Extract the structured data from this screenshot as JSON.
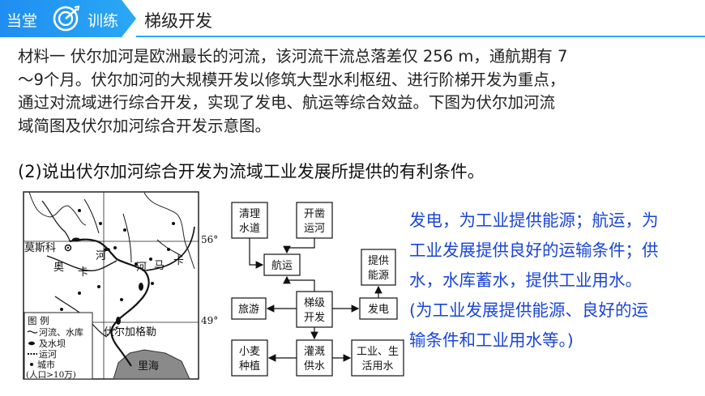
{
  "header": {
    "badge_left": "当堂",
    "badge_right": "训练",
    "title": "梯级开发"
  },
  "material": {
    "lines": [
      "材料一 伏尔加河是欧洲最长的河流，该河流干流总落差仅 256 m，通航期有 7",
      "～9个月。伏尔加河的大规模开发以修筑大型水利枢纽、进行阶梯开发为重点，",
      "通过对流域进行综合开发，实现了发电、航运等综合效益。下图为伏尔加河流",
      "域简图及伏尔加河综合开发示意图。"
    ]
  },
  "question": "(2)说出伏尔加河综合开发为流域工业发展所提供的有利条件。",
  "map": {
    "lat_56": "56°",
    "lat_49": "49°",
    "city_moscow": "莫斯科",
    "river_oka_1": "奥",
    "river_oka_2": "卡",
    "river_he": "河",
    "river_kama_1": "河",
    "river_kama_2": "马",
    "river_kama_3": "卡",
    "city_volgograd": "伏尔加格勒",
    "sea": "里海",
    "legend": {
      "title": "图 例",
      "river": "河流、水库",
      "dam": "及水坝",
      "canal": "运河",
      "city": "城市",
      "city_note": "(人口>10万)"
    }
  },
  "flow": {
    "dredge": [
      "清理",
      "水道"
    ],
    "canal": [
      "开凿",
      "运河"
    ],
    "shipping": "航运",
    "energy": [
      "提供",
      "能源"
    ],
    "tourism": "旅游",
    "cascade": [
      "梯级",
      "开发"
    ],
    "power": "发电",
    "wheat": [
      "小麦",
      "种植"
    ],
    "irrigation": [
      "灌溉",
      "供水"
    ],
    "water_use": [
      "工业、生",
      "活用水"
    ]
  },
  "answer": {
    "lines": [
      "发电，为工业提供能源；航运，为",
      "工业发展提供良好的运输条件；供",
      "水，水库蓄水，提供工业用水。",
      "(为工业发展提供能源、良好的运",
      "输条件和工业用水等。)"
    ]
  },
  "colors": {
    "accent": "#1f8ef1",
    "answer_text": "#1a45d8",
    "sea": "#8a8a8a"
  }
}
